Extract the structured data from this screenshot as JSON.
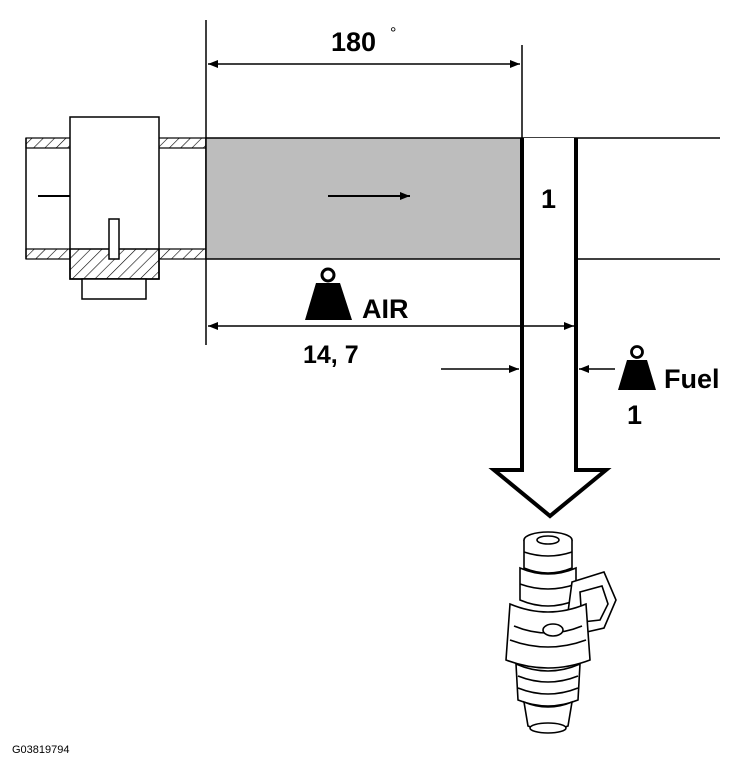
{
  "labels": {
    "angle": "180",
    "angle_unit": "°",
    "chamber_number": "1",
    "air": "AIR",
    "air_ratio": "14, 7",
    "fuel": "Fuel",
    "fuel_ratio": "1",
    "figure_code": "G03819794"
  },
  "colors": {
    "air_charge": "#bdbdbd",
    "hatch": "#000000",
    "line": "#000000"
  },
  "icons": {
    "air_weight": "weight-icon",
    "fuel_weight": "weight-icon",
    "injector": "fuel-injector-icon"
  }
}
